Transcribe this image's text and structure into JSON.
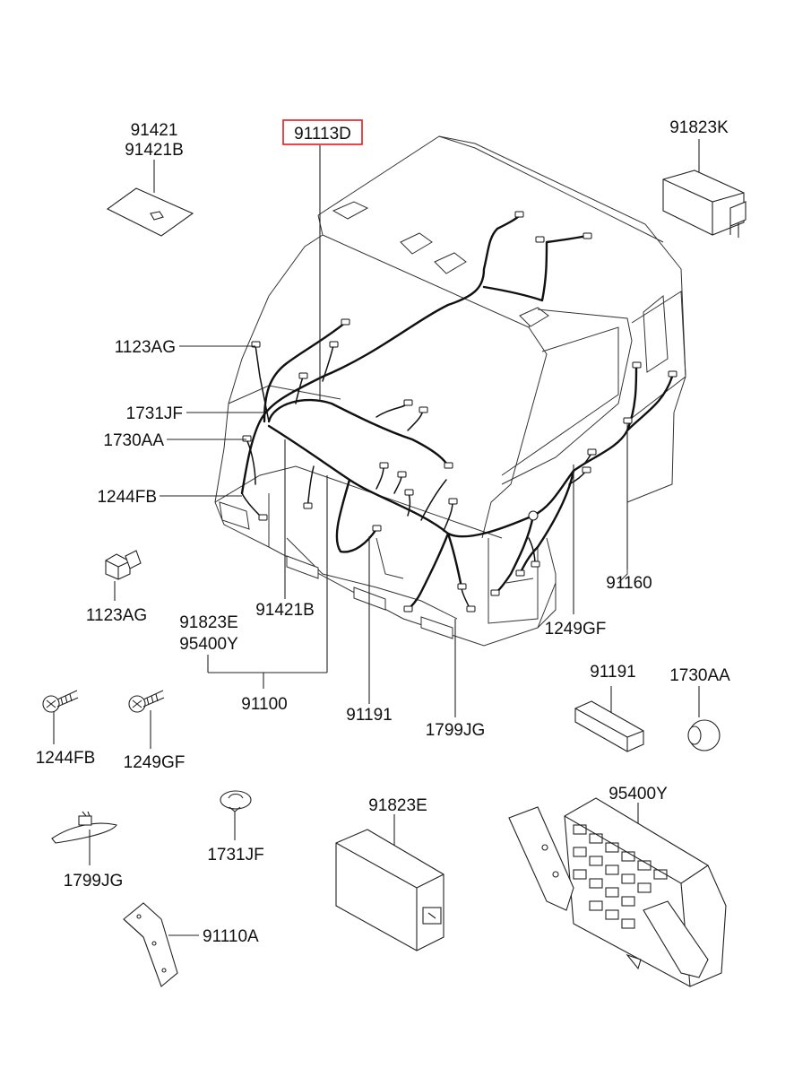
{
  "highlight_color": "#e11c1c",
  "labels": {
    "p91421": "91421",
    "p91421b_top": "91421B",
    "p91113d": "91113D",
    "p91823k": "91823K",
    "p1123ag_left": "1123AG",
    "p1731jf_left": "1731JF",
    "p1730aa_left": "1730AA",
    "p1244fb_left": "1244FB",
    "p1123ag_bolt": "1123AG",
    "p91823e_upper": "91823E",
    "p95400y_upper": "95400Y",
    "p91421b_lower": "91421B",
    "p91100": "91100",
    "p91191_upper": "91191",
    "p1799jg_upper": "1799JG",
    "p1249gf_upper": "1249GF",
    "p91160": "91160",
    "p91191_lower": "91191",
    "p1730aa_lower": "1730AA",
    "p1244fb_lower": "1244FB",
    "p1249gf_lower": "1249GF",
    "p91823e_lower": "91823E",
    "p95400y_lower": "95400Y",
    "p1799jg_lower": "1799JG",
    "p1731jf_lower": "1731JF",
    "p91110a": "91110A"
  },
  "icons": {
    "cab": "truck-cab-icon",
    "harness": "wiring-harness-icon",
    "pad": "insulation-pad-icon",
    "relay": "relay-box-icon",
    "bolt": "bolt-icon",
    "screw": "screw-icon",
    "protector": "protector-channel-icon",
    "grommet": "grommet-icon",
    "tie": "cable-tie-icon",
    "clip": "clip-icon",
    "module": "control-module-icon",
    "junction": "junction-box-icon",
    "bracket": "bracket-icon"
  }
}
